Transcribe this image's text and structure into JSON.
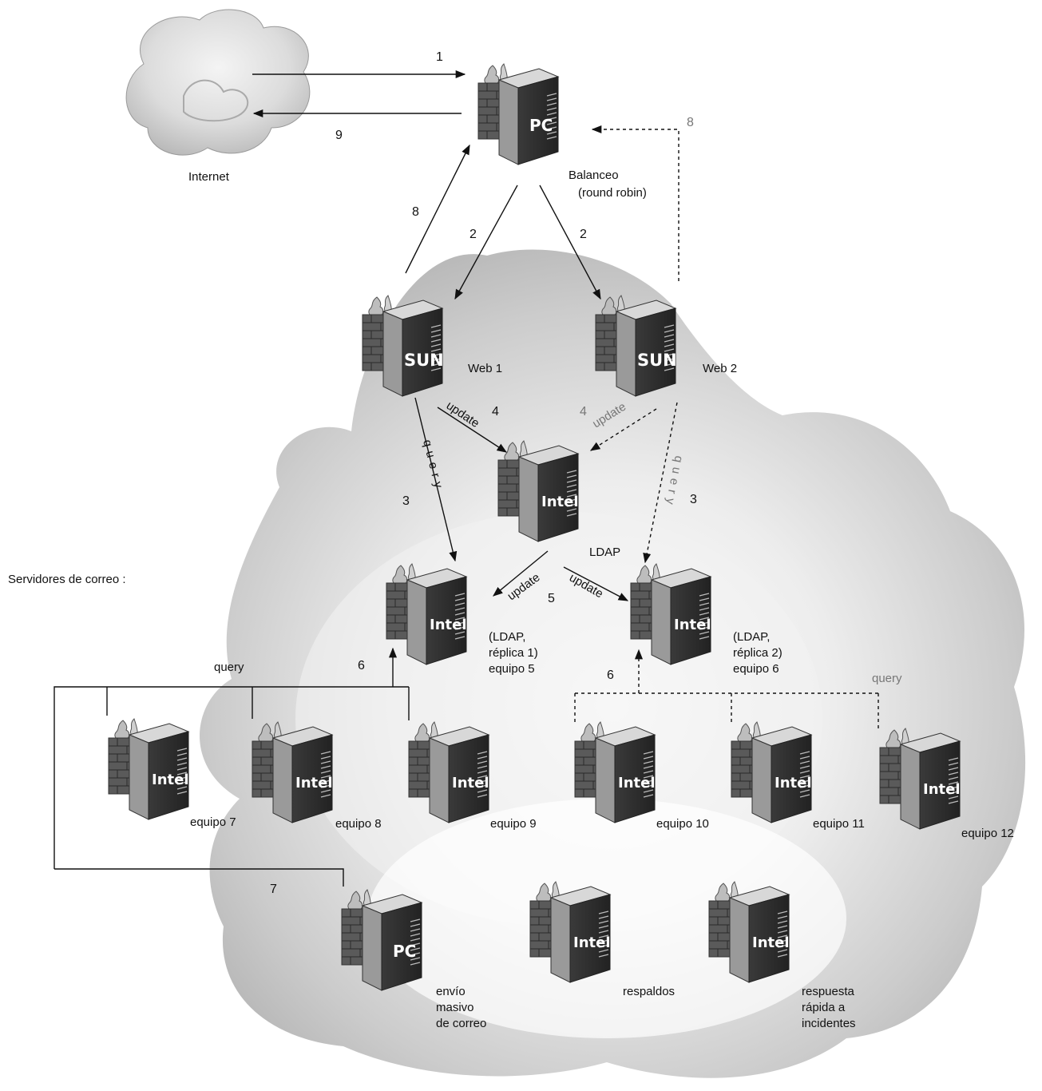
{
  "cloud": {
    "label": "Internet"
  },
  "section_label": "Servidores de correo :",
  "servers": {
    "balancer": {
      "badge": "PC",
      "label1": "Balanceo",
      "label2": "(round robin)"
    },
    "web1": {
      "badge": "SUN",
      "label": "Web 1"
    },
    "web2": {
      "badge": "SUN",
      "label": "Web 2"
    },
    "ldap": {
      "badge": "Intel",
      "label": "LDAP"
    },
    "replica1": {
      "badge": "Intel",
      "label1": "(LDAP,",
      "label2": "réplica 1)",
      "label3": "equipo 5"
    },
    "replica2": {
      "badge": "Intel",
      "label1": "(LDAP,",
      "label2": "réplica 2)",
      "label3": "equipo 6"
    },
    "eq7": {
      "badge": "Intel",
      "label": "equipo 7"
    },
    "eq8": {
      "badge": "Intel",
      "label": "equipo 8"
    },
    "eq9": {
      "badge": "Intel",
      "label": "equipo 9"
    },
    "eq10": {
      "badge": "Intel",
      "label": "equipo 10"
    },
    "eq11": {
      "badge": "Intel",
      "label": "equipo 11"
    },
    "eq12": {
      "badge": "Intel",
      "label": "equipo 12"
    },
    "mass": {
      "badge": "PC",
      "label1": "envío",
      "label2": "masivo",
      "label3": "de correo"
    },
    "backup": {
      "badge": "Intel",
      "label": "respaldos"
    },
    "incident": {
      "badge": "Intel",
      "label1": "respuesta",
      "label2": "rápida a",
      "label3": "incidentes"
    }
  },
  "flows": {
    "n1": "1",
    "n9": "9",
    "n8_left": "8",
    "n8_right": "8",
    "n2_left": "2",
    "n2_right": "2",
    "n4_left": "4",
    "n4_right": "4",
    "n3_left": "3",
    "n3_right": "3",
    "n5": "5",
    "n6_left": "6",
    "n6_right": "6",
    "n7": "7",
    "update": "update",
    "query": "query",
    "query_left": "query",
    "query_right": "query"
  }
}
